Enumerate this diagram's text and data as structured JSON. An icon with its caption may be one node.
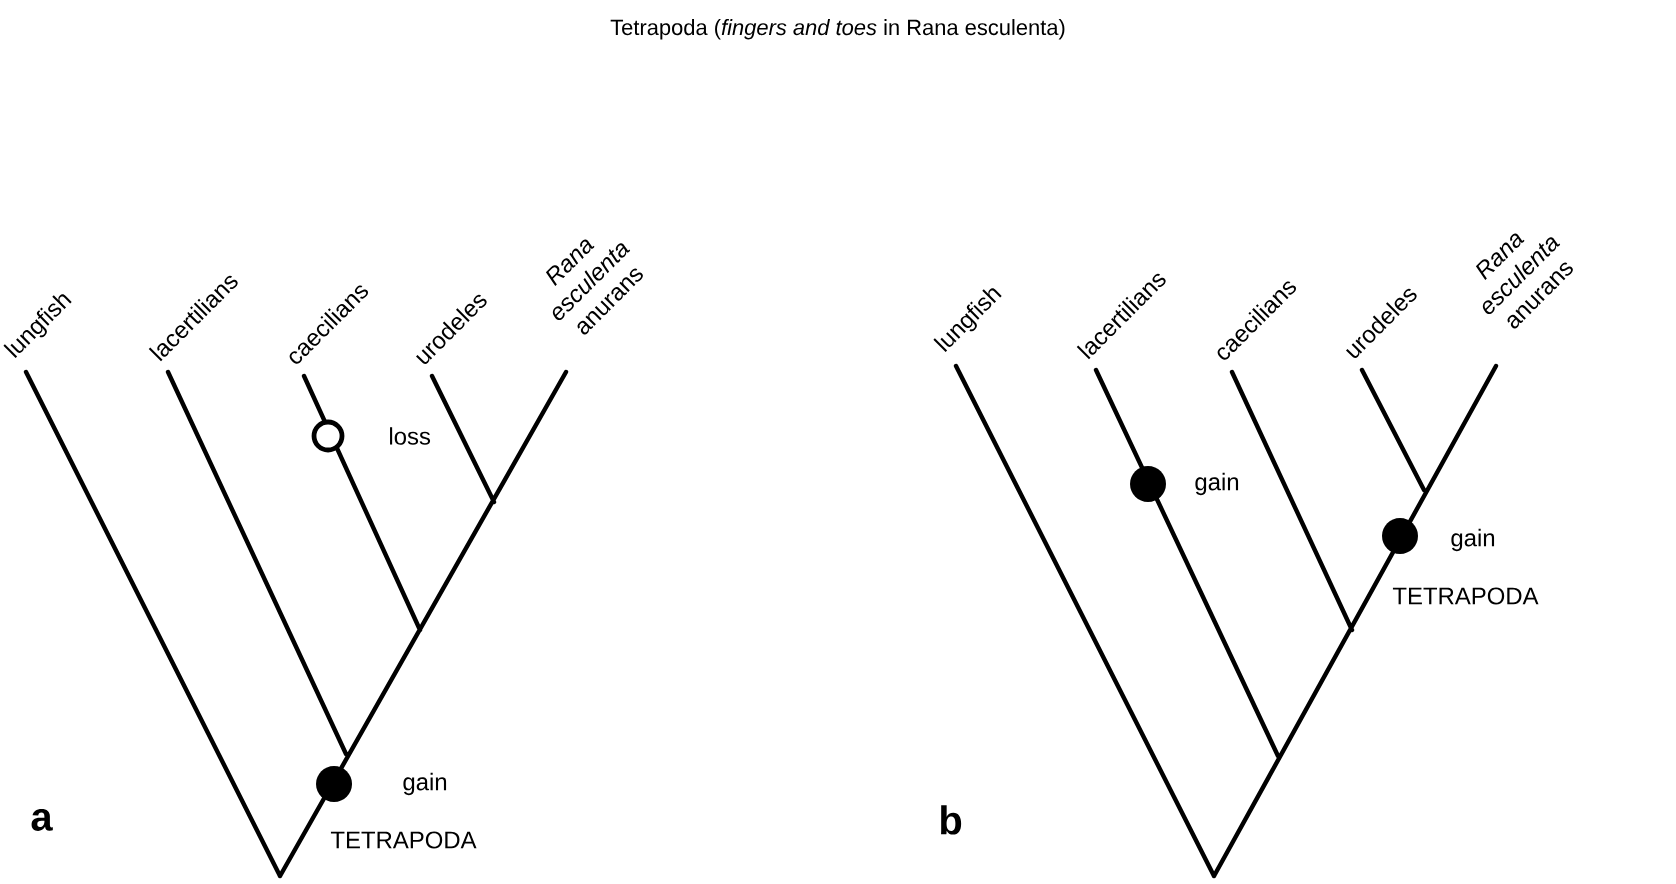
{
  "diagram": {
    "title": "Tetrapoda (*fingers and toes* in Rana esculenta)",
    "labels": [
      "lungfish",
      "lacertilians",
      "caecilians",
      "urodeles",
      "*Rana esculenta* anurans",
      "loss",
      "gain",
      "TETRAPODA",
      "a",
      "lungfish",
      "lacertilians",
      "caecilians",
      "urodeles",
      "*Rana esculenta* anurans",
      "gain",
      "gain",
      "TETRAPODA",
      "b"
    ]
  }
}
